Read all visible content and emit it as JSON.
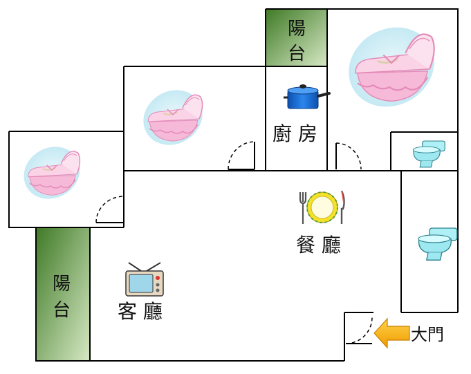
{
  "rooms": {
    "balcony_top": {
      "line1": "陽",
      "line2": "台"
    },
    "balcony_left": {
      "line1": "陽",
      "line2": "台"
    },
    "kitchen": {
      "label": "廚 房"
    },
    "dining": {
      "label": "餐 廳"
    },
    "living": {
      "label": "客 廳"
    },
    "entrance": {
      "label": "大門"
    }
  },
  "icons": {
    "bedroom": "crib-icon",
    "kitchen": "pot-icon",
    "dining": "plate-cutlery-icon",
    "living": "tv-icon",
    "bathroom": "toilet-icon",
    "entrance": "arrow-left-icon"
  },
  "colors": {
    "balcony_green": "#3f7a26",
    "balcony_light": "#d6e8c4",
    "arrow_orange": "#f5a800",
    "pot_blue": "#1e73d9",
    "crib_pink": "#f2a6cf",
    "crib_halo": "#bfe7f2",
    "toilet_cyan": "#8ee3ee"
  }
}
